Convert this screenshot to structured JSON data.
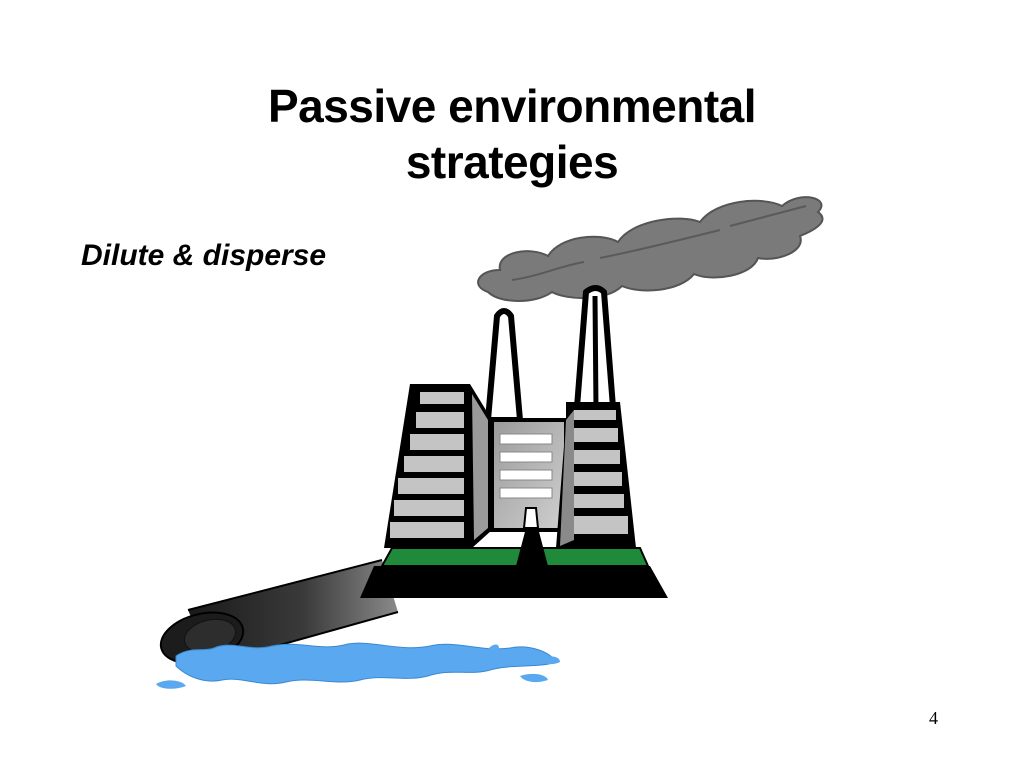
{
  "slide": {
    "title_line1": "Passive environmental",
    "title_line2": "strategies",
    "subtitle": "Dilute & disperse",
    "page_number": "4"
  },
  "illustration": {
    "icon": "factory-pollution-icon",
    "colors": {
      "smoke": "#7a7a7a",
      "building_gray": "#c4c4c4",
      "lawn_green": "#1e8a3a",
      "water_blue": "#5aa8f0",
      "pipe_dark": "#2b2b2b"
    }
  }
}
